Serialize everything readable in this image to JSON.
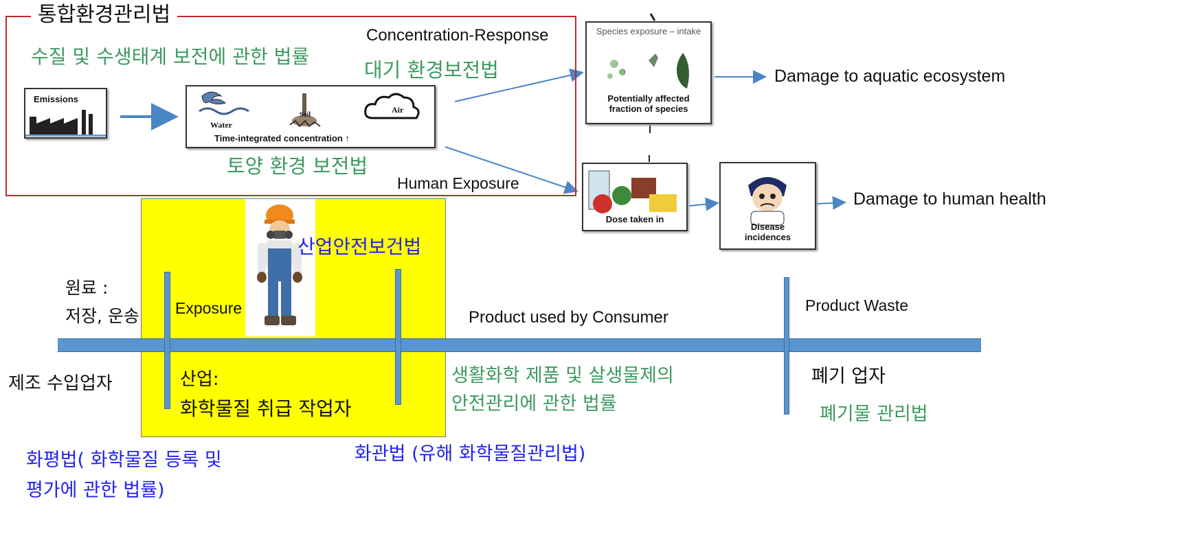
{
  "frame": {
    "title": "통합환경관리법",
    "law_water": "수질 및 수생태계 보전에 관한 법률",
    "law_air": "대기 환경보전법",
    "law_soil": "토양 환경 보전법",
    "concentration_response": "Concentration-Response",
    "human_exposure": "Human Exposure"
  },
  "emissions": {
    "label": "Emissions"
  },
  "compartments": {
    "water": "Water",
    "soil": "Soil",
    "air": "Air",
    "caption": "Time-integrated concentration ↑"
  },
  "species_box": {
    "top": "Species exposure – intake",
    "bottom": "Potentially affected fraction of species"
  },
  "damage_aquatic": "Damage to aquatic ecosystem",
  "dose_box": {
    "label": "Dose taken in"
  },
  "disease_box": {
    "label": "Disease incidences"
  },
  "damage_human": "Damage to human health",
  "lifecycle": {
    "raw_material": "원료 :",
    "storage_transport": "저장, 운송",
    "manufacturer_importer": "제조 수입업자",
    "exposure": "Exposure",
    "industry": "산업:",
    "chemical_workers": "화학물질 취급 작업자",
    "osh_law": "산업안전보건법",
    "product_used": "Product used by Consumer",
    "consumer_law_line1": "생활화학 제품 및 살생물제의",
    "consumer_law_line2": "안전관리에 관한 법률",
    "product_waste": "Product Waste",
    "waste_handler": "폐기 업자",
    "waste_law": "폐기물 관리법",
    "k_reach_line1": "화평법( 화학물질 등록 및",
    "k_reach_line2": "평가에 관한 법률)",
    "chem_control_law": "화관법 (유해 화학물질관리법)"
  },
  "colors": {
    "frame_red": "#c0282a",
    "law_green": "#3c9a5f",
    "law_blue": "#2222ee",
    "highlight_yellow": "#ffff00",
    "timeline_blue": "#5b95cf",
    "arrow_blue": "#4a86c5"
  }
}
